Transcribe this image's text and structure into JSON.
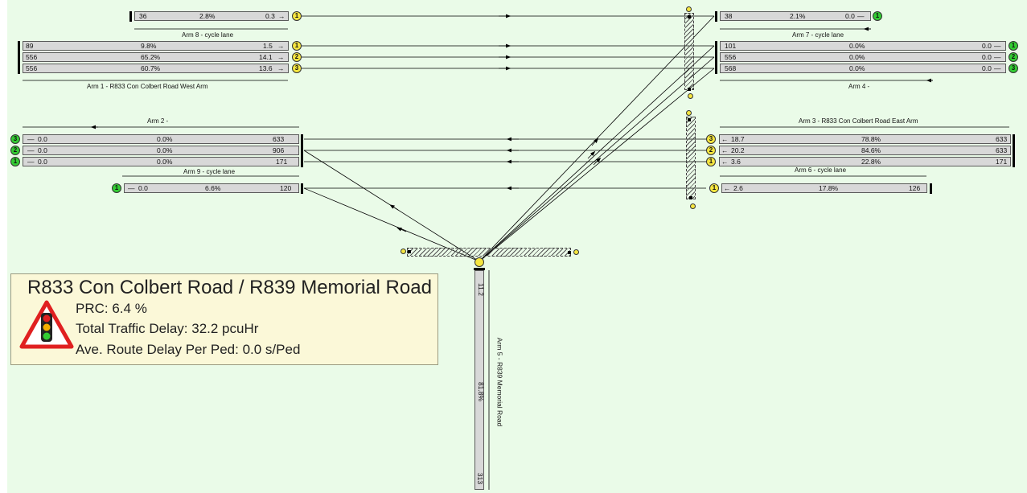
{
  "arms": {
    "arm8": {
      "caption": "Arm 8 - cycle lane",
      "lanes": [
        {
          "flow": "36",
          "deg": "2.8%",
          "q": "0.3",
          "lane": "1"
        }
      ]
    },
    "arm1": {
      "caption": "Arm 1 - R833 Con Colbert Road West Arm",
      "lanes": [
        {
          "flow": "89",
          "deg": "9.8%",
          "q": "1.5",
          "lane": "1"
        },
        {
          "flow": "556",
          "deg": "65.2%",
          "q": "14.1",
          "lane": "2"
        },
        {
          "flow": "556",
          "deg": "60.7%",
          "q": "13.6",
          "lane": "3"
        }
      ]
    },
    "arm7": {
      "caption": "Arm 7 - cycle lane",
      "lanes": [
        {
          "flow": "38",
          "deg": "2.1%",
          "q": "0.0",
          "lane": "1"
        }
      ]
    },
    "arm4": {
      "caption": "Arm 4 -",
      "lanes": [
        {
          "flow": "101",
          "deg": "0.0%",
          "q": "0.0",
          "lane": "1"
        },
        {
          "flow": "556",
          "deg": "0.0%",
          "q": "0.0",
          "lane": "2"
        },
        {
          "flow": "568",
          "deg": "0.0%",
          "q": "0.0",
          "lane": "3"
        }
      ]
    },
    "arm2": {
      "caption": "Arm 2 -",
      "lanes": [
        {
          "q": "0.0",
          "deg": "0.0%",
          "flow": "633",
          "lane": "3"
        },
        {
          "q": "0.0",
          "deg": "0.0%",
          "flow": "906",
          "lane": "2"
        },
        {
          "q": "0.0",
          "deg": "0.0%",
          "flow": "171",
          "lane": "1"
        }
      ]
    },
    "arm9": {
      "caption": "Arm 9 - cycle lane",
      "lanes": [
        {
          "q": "0.0",
          "deg": "6.6%",
          "flow": "120",
          "lane": "1"
        }
      ]
    },
    "arm3": {
      "caption": "Arm 3 - R833 Con Colbert Road East Arm",
      "lanes": [
        {
          "q": "18.7",
          "deg": "78.8%",
          "flow": "633",
          "lane": "3"
        },
        {
          "q": "20.2",
          "deg": "84.6%",
          "flow": "633",
          "lane": "2"
        },
        {
          "q": "3.6",
          "deg": "22.8%",
          "flow": "171",
          "lane": "1"
        }
      ]
    },
    "arm6": {
      "caption": "Arm 6 - cycle lane",
      "lanes": [
        {
          "q": "2.6",
          "deg": "17.8%",
          "flow": "126",
          "lane": "1"
        }
      ]
    },
    "arm5": {
      "caption": "Arm 5 - R839 Memorial Road",
      "q": "11.2",
      "deg": "81.8%",
      "flow": "313"
    }
  },
  "symbols": {
    "arrow_right": "→",
    "arrow_left": "←",
    "dash": "—"
  },
  "info": {
    "title": "R833 Con Colbert Road / R839 Memorial Road",
    "prc": "PRC: 6.4 %",
    "delay": "Total Traffic Delay: 32.2 pcuHr",
    "ped": "Ave. Route Delay Per Ped: 0.0 s/Ped",
    "icon": "traffic-light-warning-icon"
  },
  "colors": {
    "background": "#eafbe8",
    "lane_box": "#d8d8d8",
    "signal_lane": "#f5e640",
    "give_way_lane": "#33cc33",
    "info_box": "#fbf8d8",
    "warning": "#e02020"
  }
}
